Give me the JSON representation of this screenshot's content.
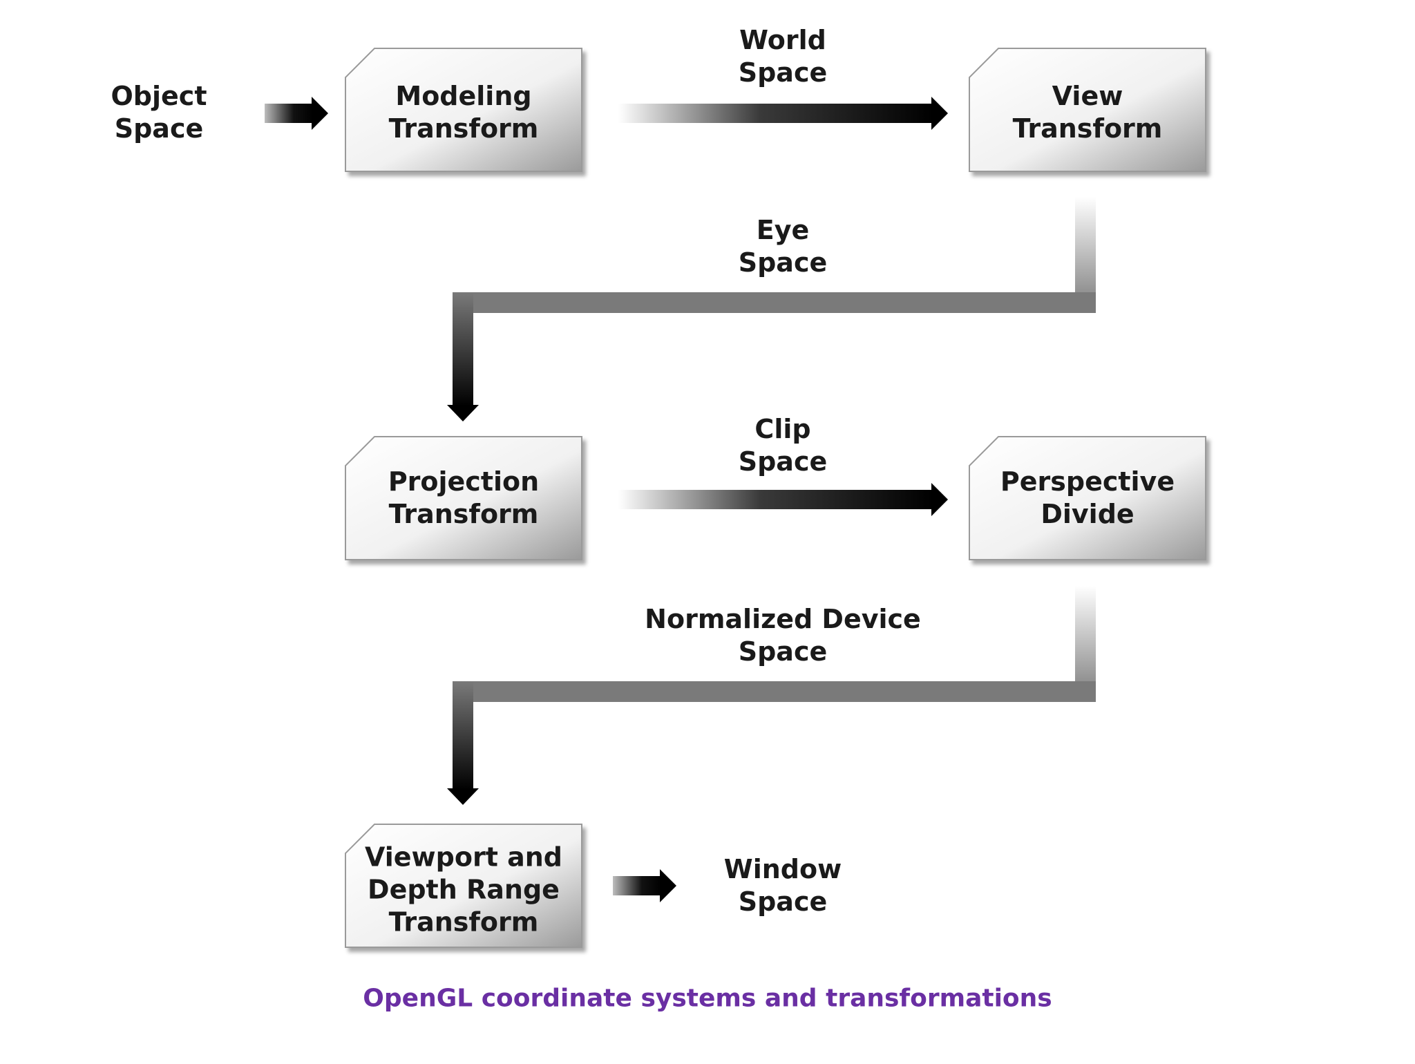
{
  "diagram": {
    "nodes": {
      "modeling": "Modeling\nTransform",
      "view": "View\nTransform",
      "projection": "Projection\nTransform",
      "perspective": "Perspective\nDivide",
      "viewport": "Viewport and\nDepth Range\nTransform"
    },
    "spaces": {
      "object": "Object\nSpace",
      "world": "World\nSpace",
      "eye": "Eye\nSpace",
      "clip": "Clip\nSpace",
      "ndc": "Normalized Device\nSpace",
      "window": "Window\nSpace"
    },
    "caption": "OpenGL coordinate systems and transformations"
  },
  "colors": {
    "caption": "#6a2fa3",
    "box_light": "#ffffff",
    "box_dark": "#9a9a9a",
    "arrow_dark": "#000000"
  }
}
